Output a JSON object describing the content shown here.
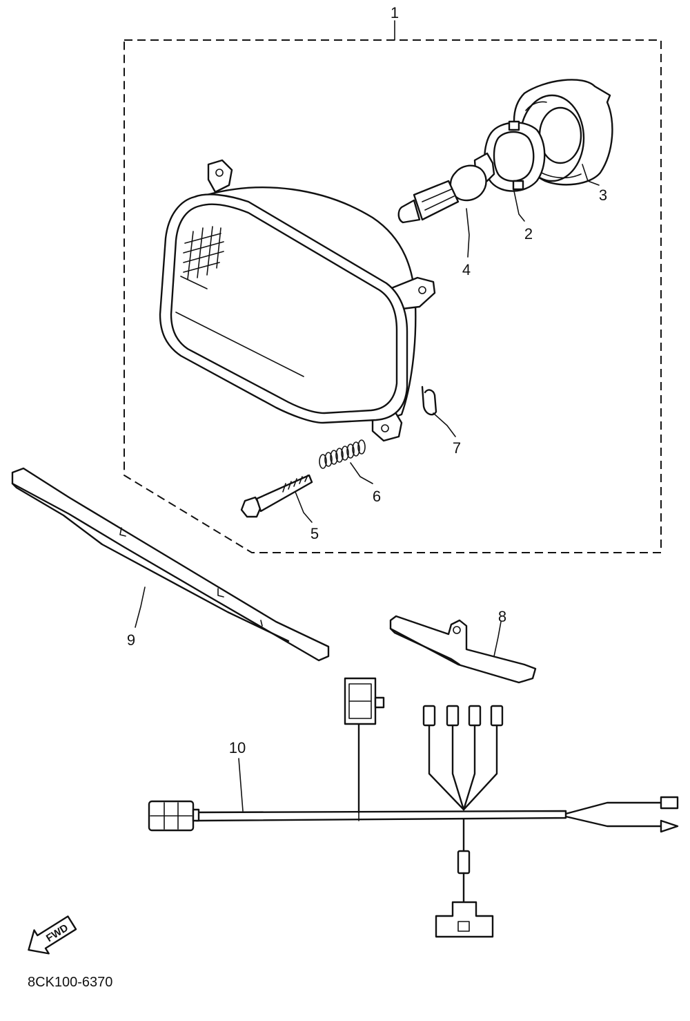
{
  "callouts": {
    "c1": "1",
    "c2": "2",
    "c3": "3",
    "c4": "4",
    "c5": "5",
    "c6": "6",
    "c7": "7",
    "c8": "8",
    "c9": "9",
    "c10": "10"
  },
  "direction_label": "FWD",
  "diagram_code": "8CK100-6370"
}
